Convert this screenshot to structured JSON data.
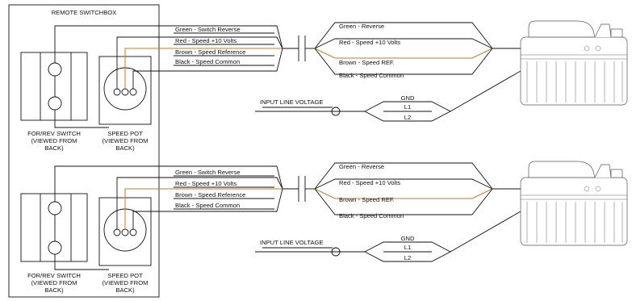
{
  "switchbox_title": "REMOTE SWITCHBOX",
  "switchbox_wires": [
    "Green - Switch Reverse",
    "Red - Speed +10 Volts",
    "Brown - Speed Reference",
    "Black - Speed Common"
  ],
  "motor_wires": [
    "Green - Reverse",
    "Red - Speed +10 Volts",
    "Brown - Speed REF.",
    "Black - Speed Common"
  ],
  "input_label": "INPUT LINE VOLTAGE",
  "power_wires": [
    "GND",
    "L1",
    "L2"
  ],
  "switch_label": [
    "FOR/REV SWITCH",
    "(VIEWED FROM",
    "BACK)"
  ],
  "pot_label": [
    "SPEED POT",
    "(VIEWED FROM",
    "BACK)"
  ],
  "colors": {
    "line": "#111111",
    "brown_wire": "#c8782a",
    "motor": "#555555"
  }
}
